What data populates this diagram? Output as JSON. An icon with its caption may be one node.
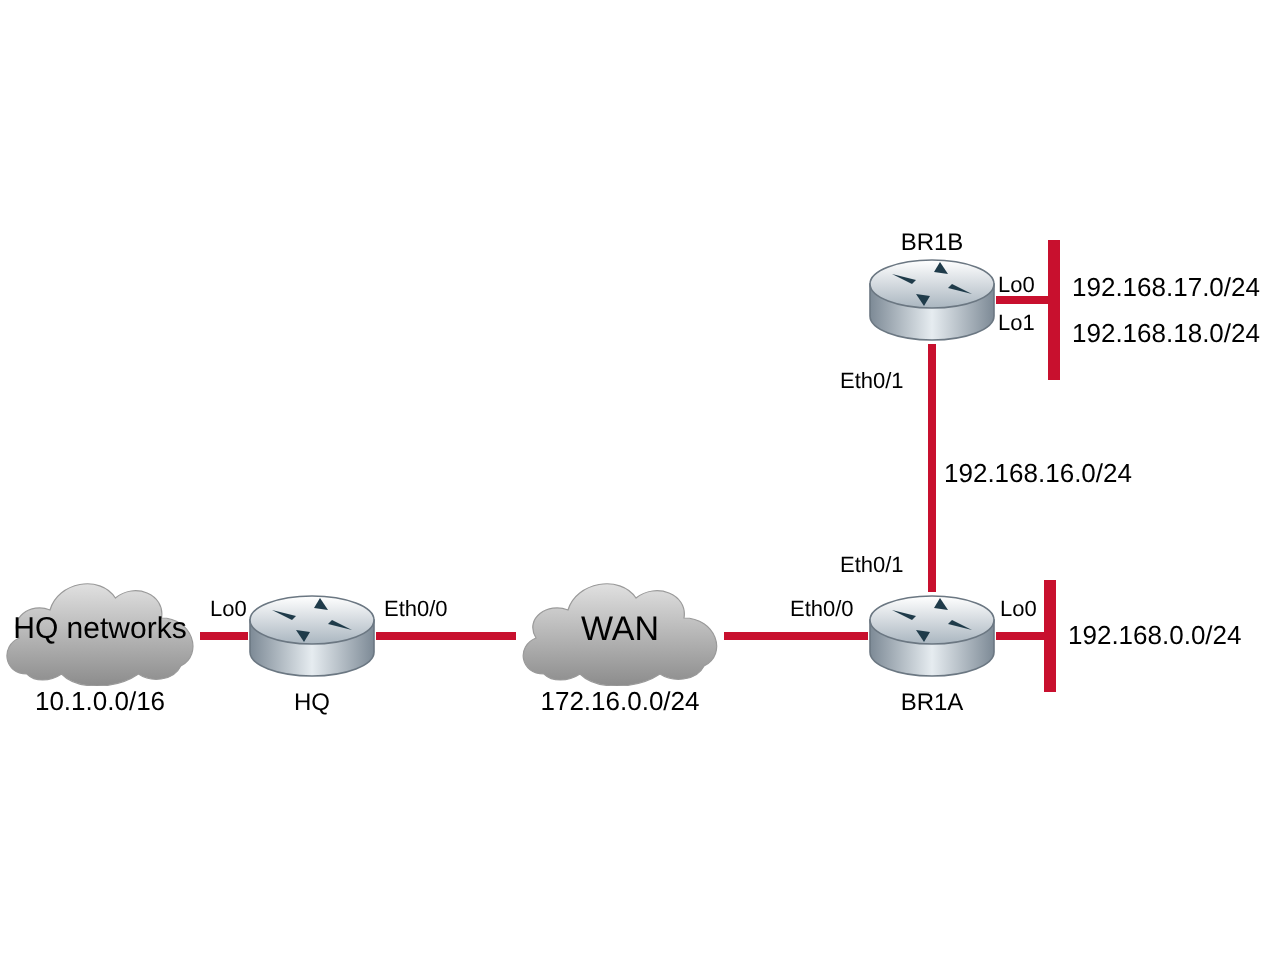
{
  "diagram": {
    "nodes": [
      {
        "text": [
          "HQ networks"
        ],
        "beside": [
          "10.1.0.0/16"
        ]
      },
      {
        "text": [
          "HQ"
        ]
      },
      {
        "text": [
          "WAN"
        ],
        "beside": [
          "172.16.0.0/24"
        ]
      },
      {
        "text": [
          "BR1A"
        ]
      },
      {
        "text": [
          "BR1B"
        ]
      },
      {
        "text": [],
        "shape": "bar",
        "beside": [
          "192.168.0.0/24"
        ]
      },
      {
        "text": [],
        "shape": "bar",
        "beside": [
          "192.168.17.0/24",
          "192.168.18.0/24"
        ]
      }
    ],
    "edges": [
      {
        "from": 0,
        "to": 1,
        "arrow": "none"
      },
      {
        "from": 1,
        "to": 2,
        "arrow": "none"
      },
      {
        "from": 2,
        "to": 3,
        "arrow": "none"
      },
      {
        "from": 3,
        "to": 4,
        "arrow": "none",
        "label": "192.168.16.0/24"
      },
      {
        "from": 3,
        "to": 5,
        "arrow": "none"
      },
      {
        "from": 4,
        "to": 6,
        "arrow": "none"
      }
    ],
    "labels": [
      "Lo0",
      "Lo1",
      "Eth0/1",
      "Eth0/1",
      "Lo0",
      "Eth0/0",
      "Eth0/0",
      "Lo0"
    ]
  }
}
